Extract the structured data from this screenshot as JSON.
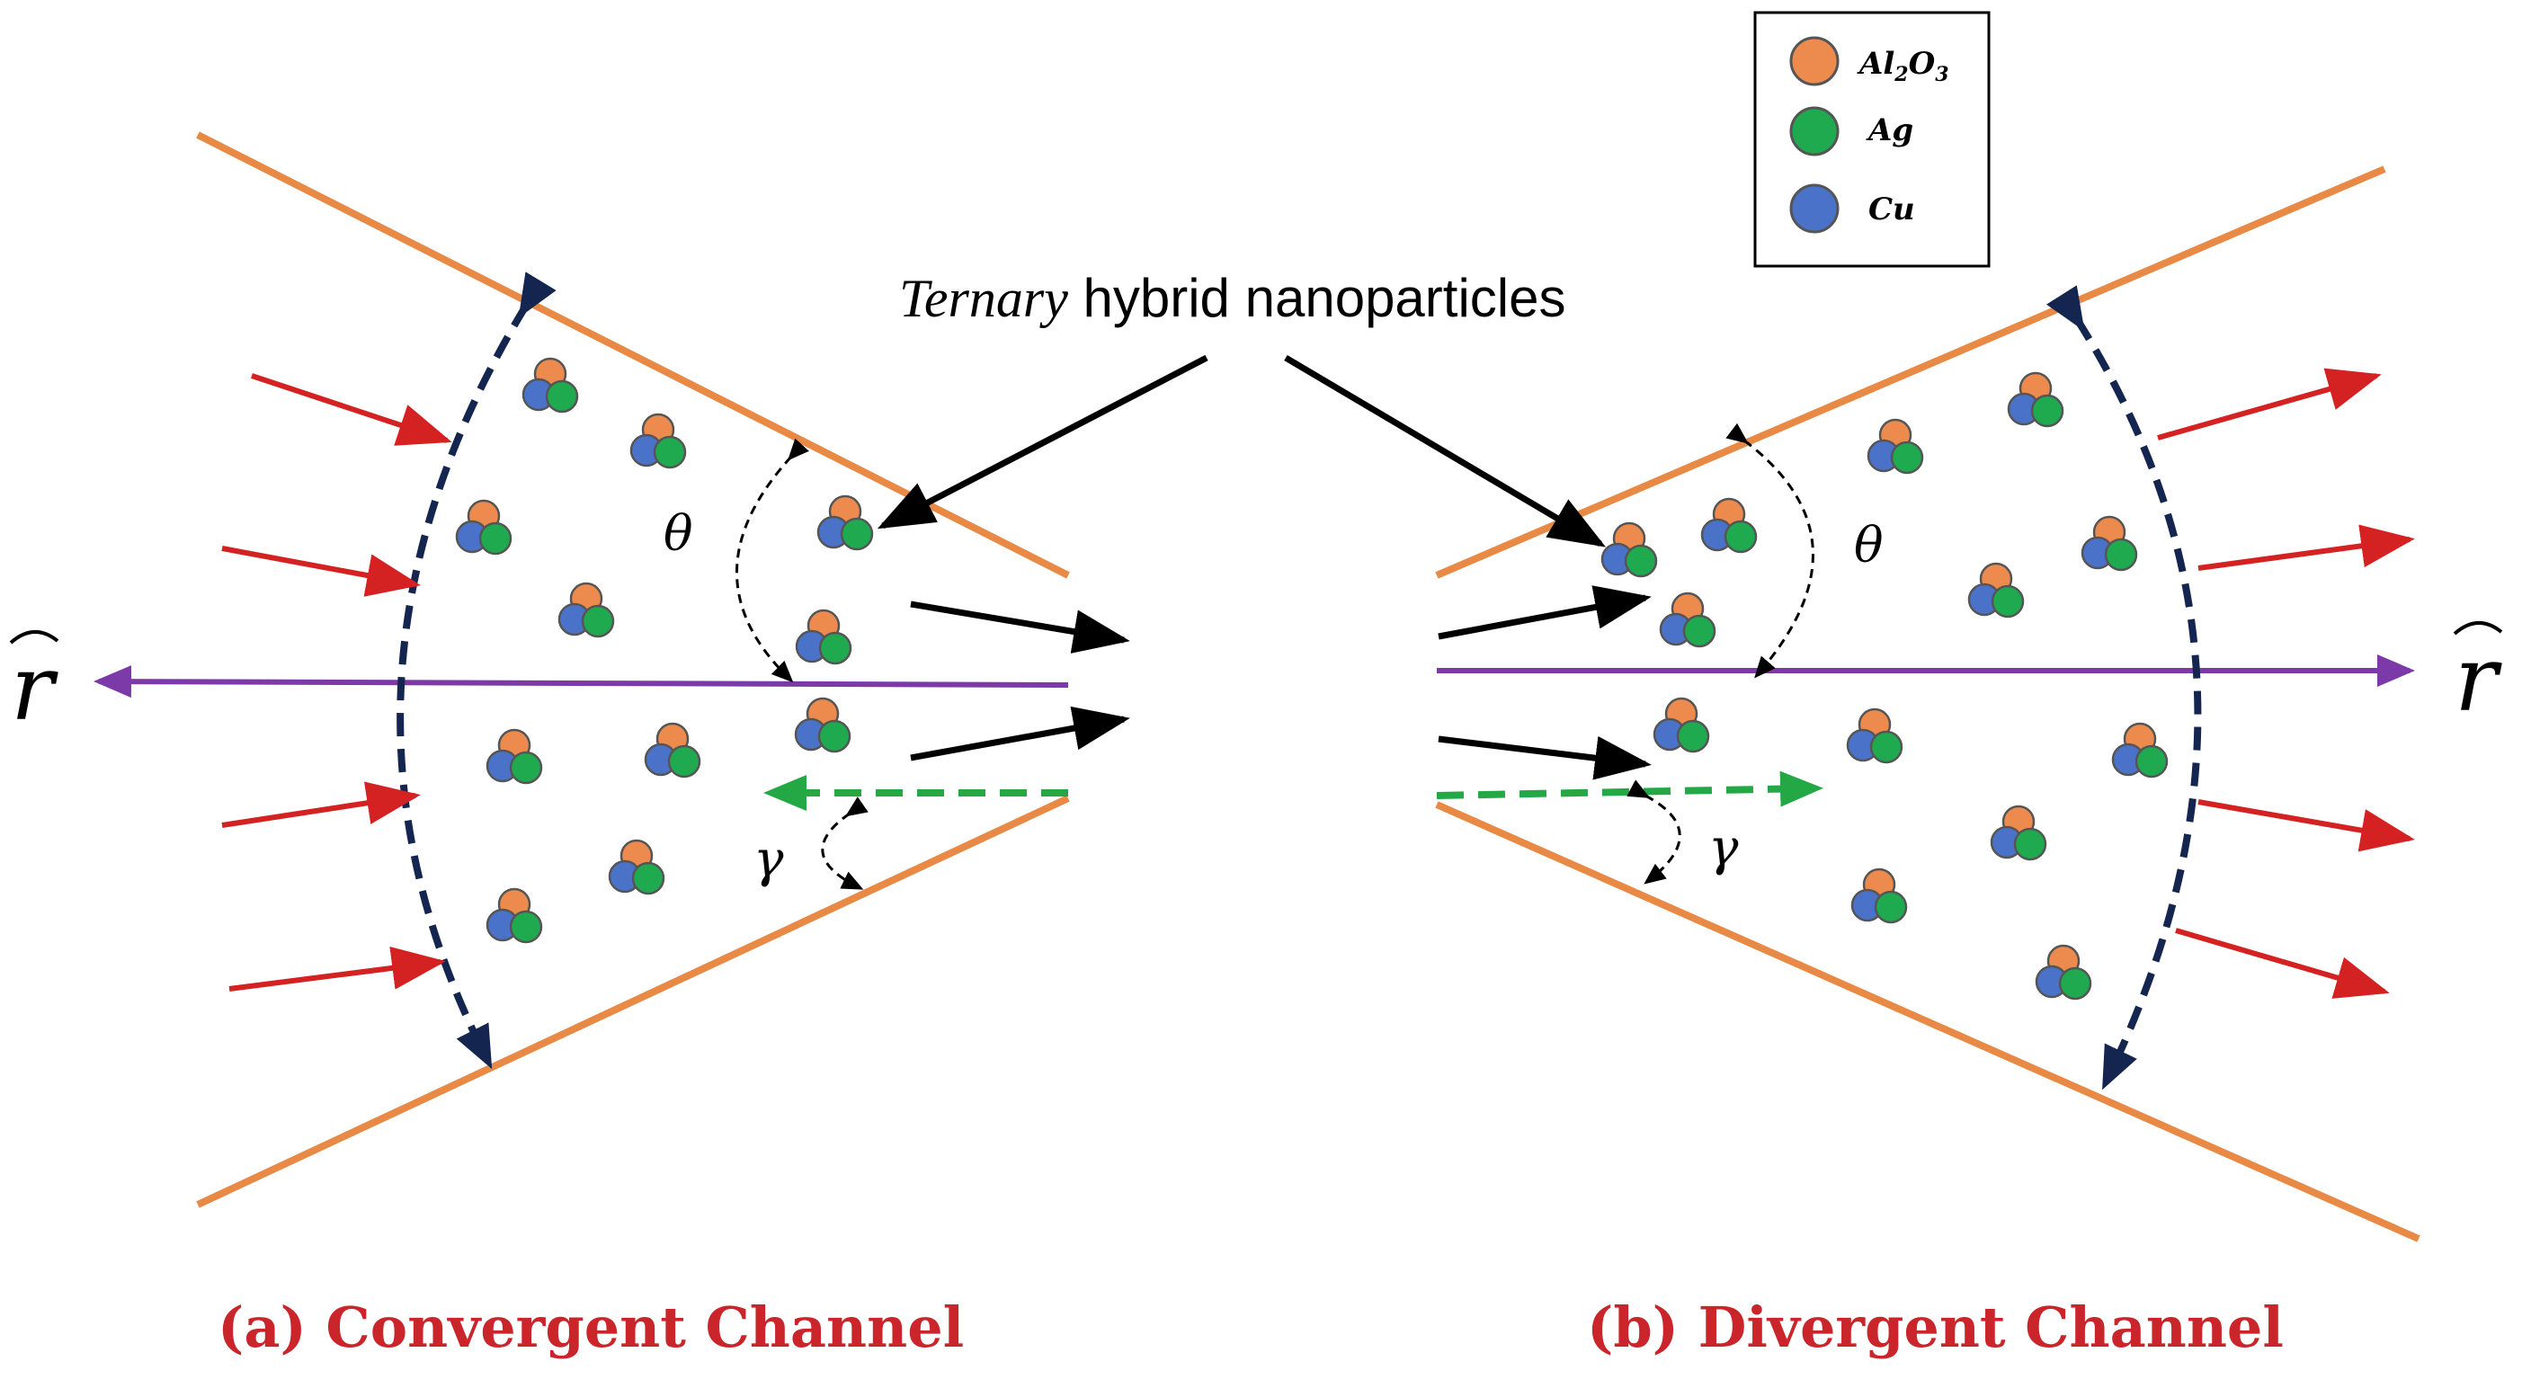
{
  "title": {
    "italic": "Ternary",
    "rest": " hybrid nanoparticles"
  },
  "legend": [
    {
      "label": "Al",
      "sub1": "2",
      "mid": "O",
      "sub2": "3",
      "color": "#ED8B4E"
    },
    {
      "label": "Ag",
      "color": "#1FAA4F"
    },
    {
      "label": "Cu",
      "color": "#4A72C9"
    }
  ],
  "axis_label": "r",
  "angle_theta": "θ",
  "angle_gamma": "γ",
  "captions": {
    "convergent": "(a) Convergent Channel",
    "divergent": "(b) Divergent Channel"
  },
  "colors": {
    "wall": "#E88A45",
    "axis": "#7B3AA8",
    "flow": "#D42222",
    "arc": "#14254F",
    "green_dash": "#23A845",
    "caption": "#C9252B",
    "al2o3": "#ED8B4E",
    "ag": "#1FAA4F",
    "cu": "#4A72C9"
  }
}
